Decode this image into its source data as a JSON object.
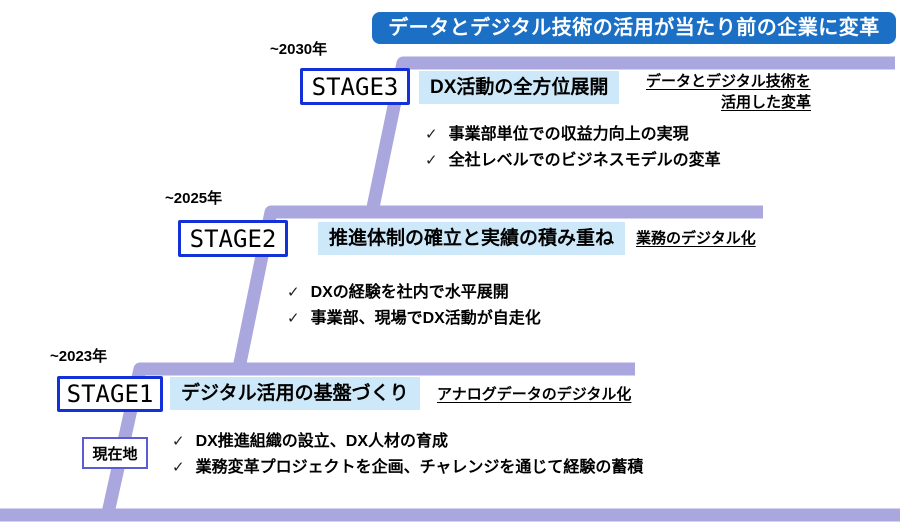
{
  "colors": {
    "banner_blue": "#1b70c6",
    "step_purple": "#aaa6de",
    "headline_bg": "#cde8f8",
    "stage_border": "#1430d8",
    "marker_border": "#5b5bd6"
  },
  "banner": {
    "text": "データとデジタル技術の活用が当たり前の企業に変革"
  },
  "check_glyph": "✓",
  "stages": [
    {
      "year": "~2030年",
      "label": "STAGE3",
      "headline": "DX活動の全方位展開",
      "note_line1": "データとデジタル技術を",
      "note_line2": "活用した変革",
      "bullets": [
        "事業部単位での収益力向上の実現",
        "全社レベルでのビジネスモデルの変革"
      ]
    },
    {
      "year": "~2025年",
      "label": "STAGE2",
      "headline": "推進体制の確立と実績の積み重ね",
      "note_line1": "業務のデジタル化",
      "bullets": [
        "DXの経験を社内で水平展開",
        "事業部、現場でDX活動が自走化"
      ]
    },
    {
      "year": "~2023年",
      "label": "STAGE1",
      "headline": "デジタル活用の基盤づくり",
      "note_line1": "アナログデータのデジタル化",
      "marker": "現在地",
      "bullets": [
        "DX推進組織の設立、DX人材の育成",
        "業務変革プロジェクトを企画、チャレンジを通じて経験の蓄積"
      ]
    }
  ]
}
